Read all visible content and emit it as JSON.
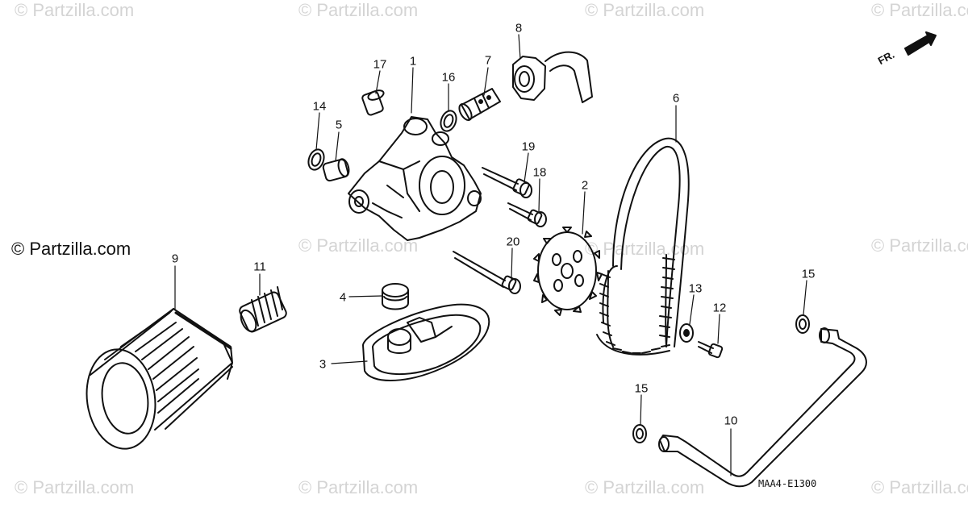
{
  "watermark": "© Partzilla.com",
  "credit": "© Partzilla.com",
  "diagram_code": "MAA4-E1300",
  "direction_label": "FR.",
  "callouts": [
    "1",
    "2",
    "3",
    "4",
    "5",
    "6",
    "7",
    "8",
    "9",
    "10",
    "11",
    "12",
    "13",
    "14",
    "15",
    "15",
    "16",
    "17",
    "18",
    "19",
    "20"
  ]
}
